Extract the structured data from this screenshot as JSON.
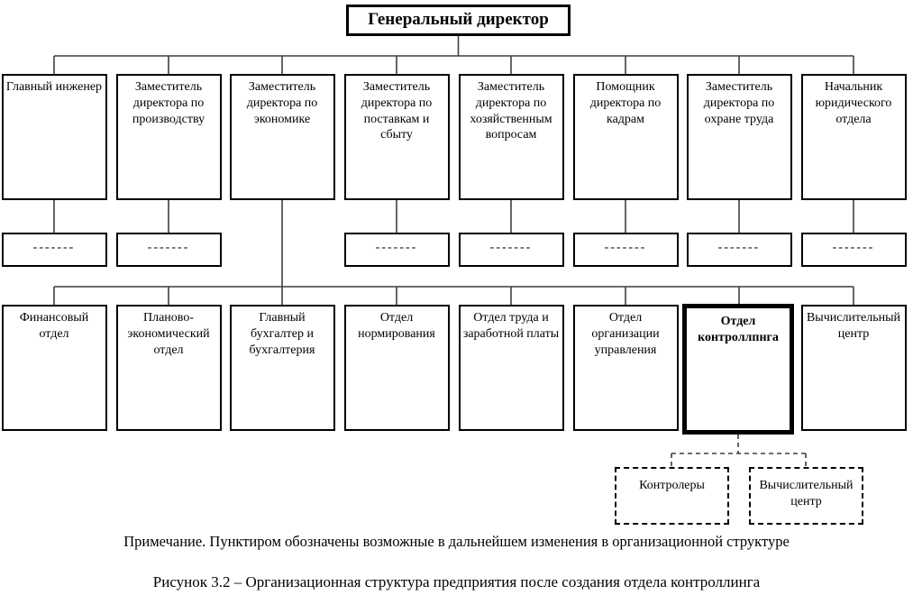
{
  "root": {
    "label": "Генеральный директор"
  },
  "level2": [
    {
      "label": "Главный инженер"
    },
    {
      "label": "Заместитель директора по производству"
    },
    {
      "label": "Заместитель директора по экономике"
    },
    {
      "label": "Заместитель директора по поставкам и сбыту"
    },
    {
      "label": "Заместитель директора по хозяйственным вопросам"
    },
    {
      "label": "Помощник директора по кадрам"
    },
    {
      "label": "Заместитель директора по охране труда"
    },
    {
      "label": "Начальник юридического отдела"
    }
  ],
  "dash_placeholder": "-------",
  "level3": [
    {
      "label": "Финансовый отдел"
    },
    {
      "label": "Планово-экономический отдел"
    },
    {
      "label": "Главный бухгалтер и бухгалтерия"
    },
    {
      "label": "Отдел нормирования"
    },
    {
      "label": "Отдел труда и заработной платы"
    },
    {
      "label": "Отдел организации управления"
    },
    {
      "label": "Отдел контроллпнга",
      "emphasized": true
    },
    {
      "label": "Вычислительный центр"
    }
  ],
  "planned_units": [
    {
      "label": "Контролеры"
    },
    {
      "label": "Вычислительный центр"
    }
  ],
  "note": "Примечание. Пунктиром обозначены возможные в дальнейшем изменения в организационной структуре",
  "caption": "Рисунок 3.2 – Организационная структура предприятия после создания отдела контроллинга",
  "colors": {
    "background": "#ffffff",
    "box_border": "#000000",
    "connector": "#3f3f3f",
    "text": "#000000"
  }
}
